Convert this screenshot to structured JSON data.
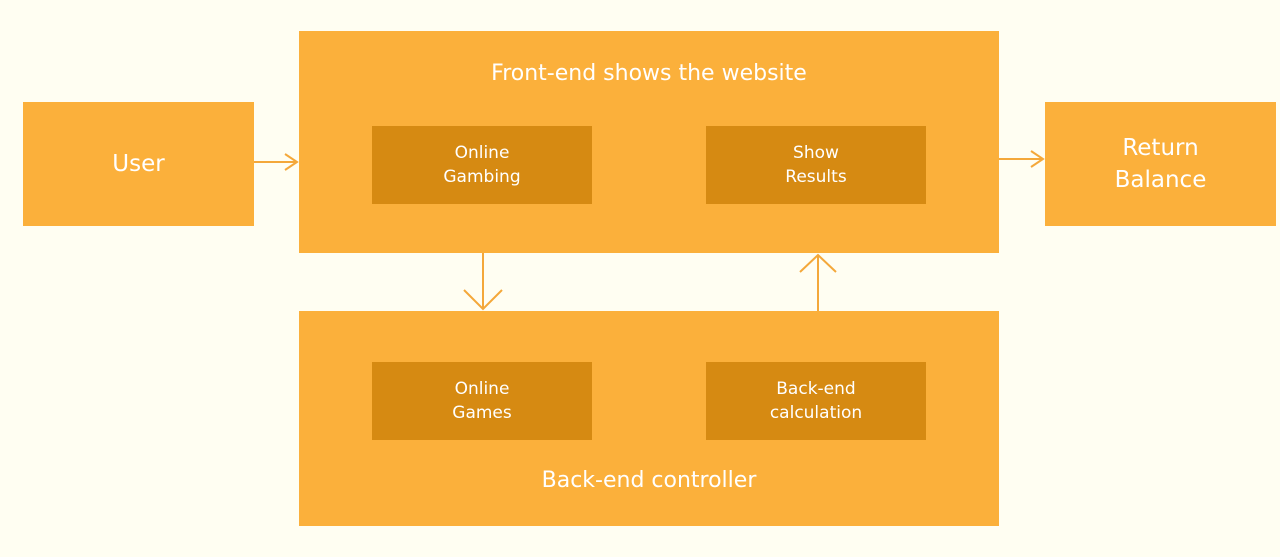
{
  "nodes": {
    "user": {
      "label": "User"
    },
    "return_balance": {
      "label": "Return\nBalance"
    },
    "frontend": {
      "label": "Front-end shows the website",
      "children": {
        "online_gambing": {
          "label": "Online\nGambing"
        },
        "show_results": {
          "label": "Show\nResults"
        }
      }
    },
    "backend": {
      "label": "Back-end controller",
      "children": {
        "online_games": {
          "label": "Online\nGames"
        },
        "backend_calculation": {
          "label": "Back-end\ncalculation"
        }
      }
    }
  },
  "edges": [
    {
      "from": "user",
      "to": "frontend"
    },
    {
      "from": "frontend",
      "to": "return_balance"
    },
    {
      "from": "frontend",
      "to": "backend"
    },
    {
      "from": "backend",
      "to": "frontend"
    }
  ],
  "colors": {
    "background": "#FFFEF2",
    "box": "#FBB03B",
    "inner_box": "#D68A12",
    "text": "#FFFFFF",
    "arrow": "#F4A83A"
  }
}
